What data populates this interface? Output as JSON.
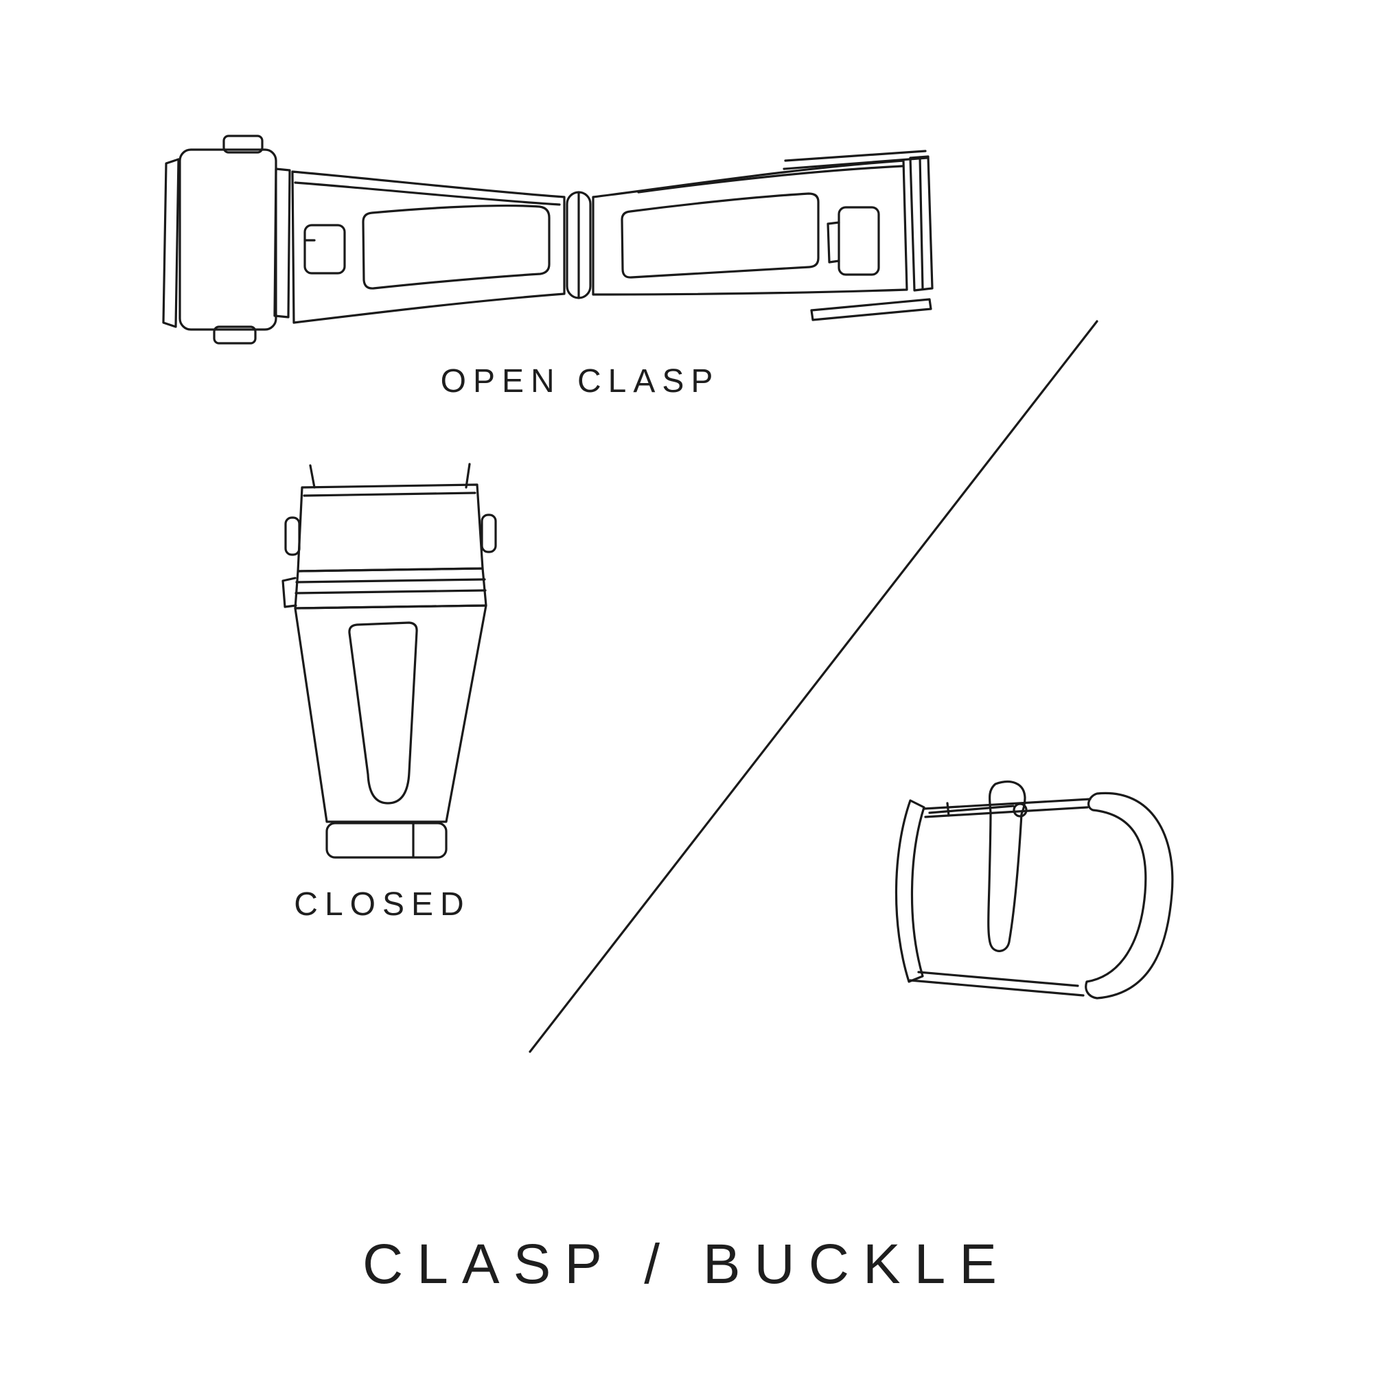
{
  "page": {
    "title": "CLASP / BUCKLE",
    "background_color": "#ffffff",
    "line_color": "#1a1a1a",
    "text_color": "#1e1e1e"
  },
  "labels": {
    "open_clasp": "OPEN CLASP",
    "closed": "CLOSED",
    "footer_title": "CLASP / BUCKLE"
  },
  "illustrations": [
    {
      "name": "open-clasp",
      "caption": "OPEN CLASP",
      "description": "watch deployant clasp shown open"
    },
    {
      "name": "closed-clasp",
      "caption": "CLOSED",
      "description": "watch deployant clasp shown closed"
    },
    {
      "name": "tang-buckle",
      "caption": "",
      "description": "watch strap tang buckle"
    }
  ]
}
